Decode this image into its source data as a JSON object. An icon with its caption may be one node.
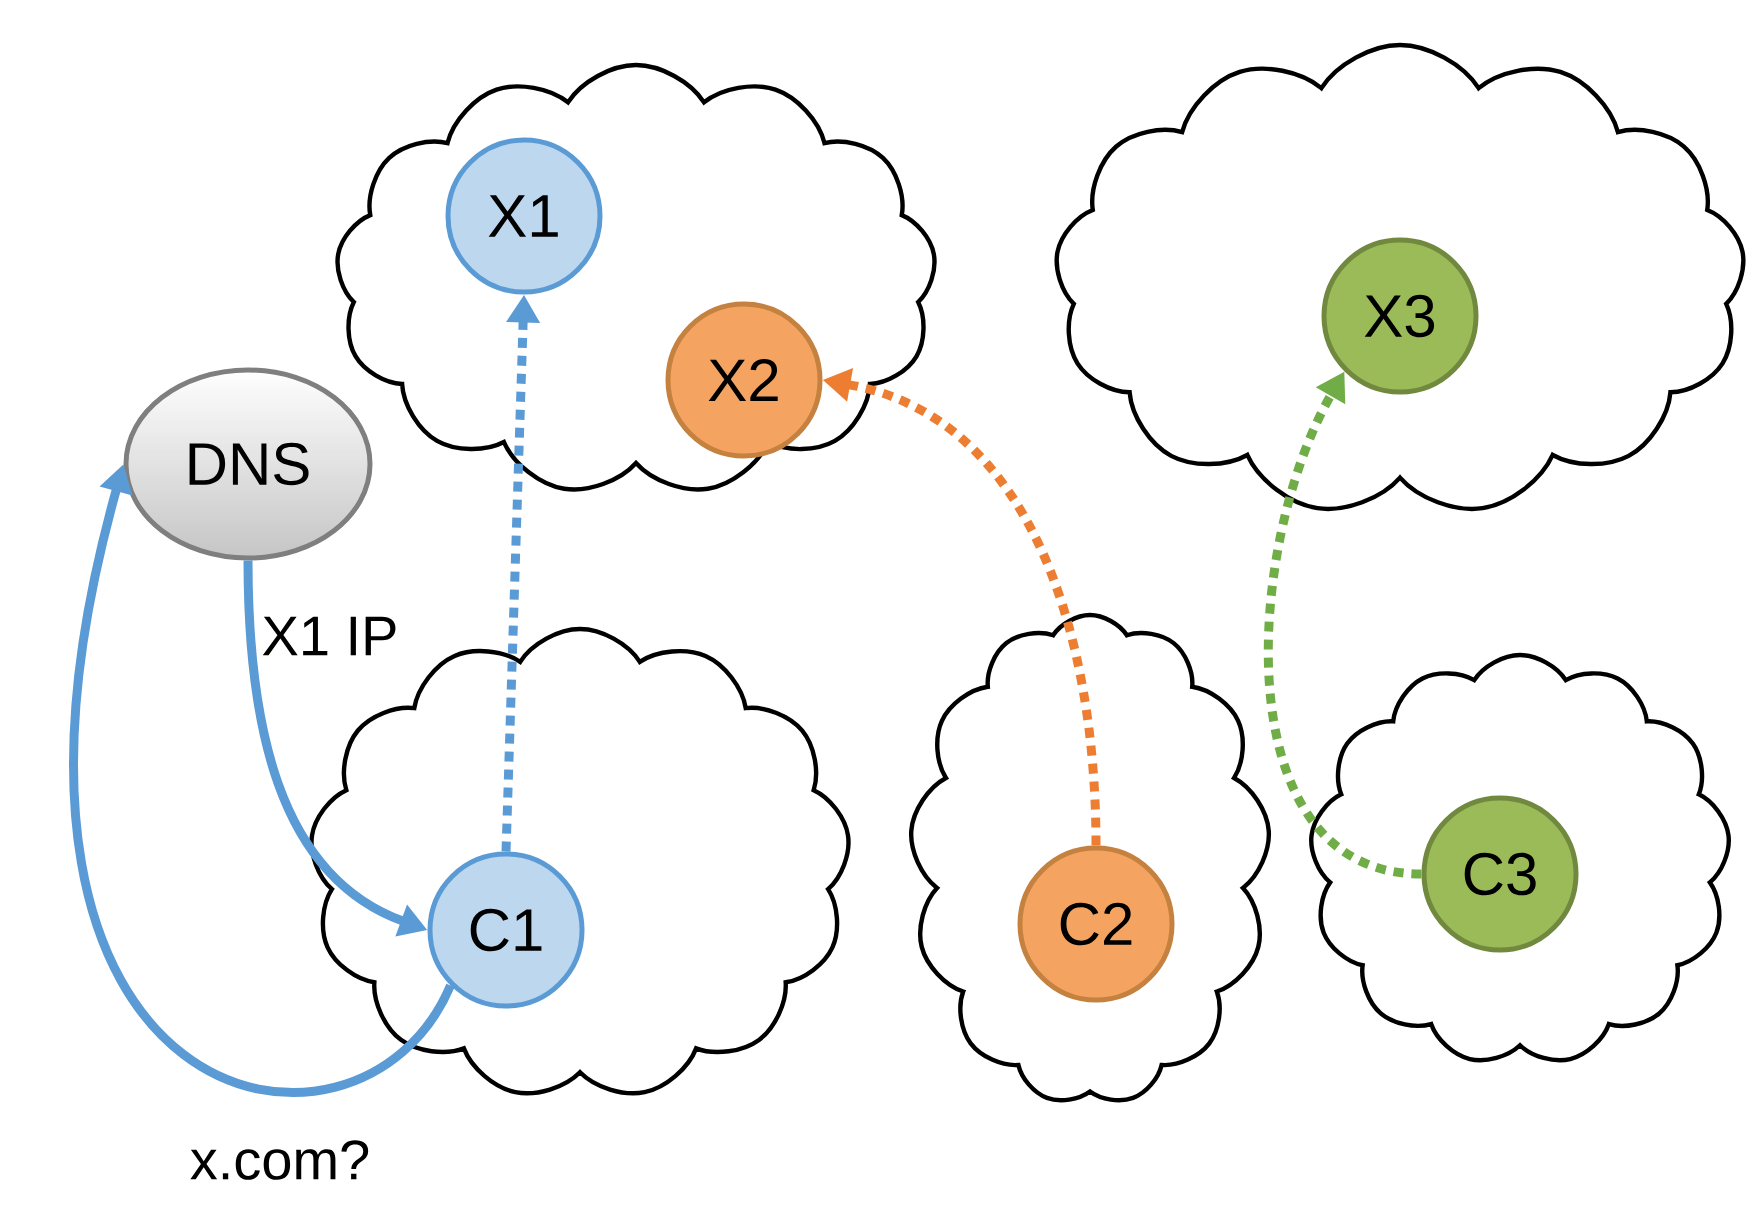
{
  "diagram": {
    "nodes": [
      {
        "text": [],
        "shape": "cloud"
      },
      {
        "text": [
          "X1"
        ],
        "in": 0
      },
      {
        "text": [
          "X2"
        ],
        "in": 0
      },
      {
        "text": [],
        "shape": "cloud"
      },
      {
        "text": [
          "X3"
        ],
        "in": 3
      },
      {
        "text": [
          "DNS"
        ]
      },
      {
        "text": [],
        "shape": "cloud"
      },
      {
        "text": [
          "C1"
        ],
        "in": 6
      },
      {
        "text": [],
        "shape": "cloud"
      },
      {
        "text": [
          "C2"
        ],
        "in": 8
      },
      {
        "text": [],
        "shape": "cloud"
      },
      {
        "text": [
          "C3"
        ],
        "in": 10
      }
    ],
    "edges": [
      {
        "from": 7,
        "to": 5,
        "arrow": "to",
        "label": "x.com?"
      },
      {
        "from": 5,
        "to": 7,
        "arrow": "to",
        "label": "X1 IP"
      },
      {
        "from": 7,
        "to": 1,
        "arrow": "to",
        "style": "dashed"
      },
      {
        "from": 9,
        "to": 2,
        "arrow": "to",
        "style": "dashed",
        "color": "#ed7d31"
      },
      {
        "from": 11,
        "to": 4,
        "arrow": "to",
        "style": "dashed",
        "color": "#70ad47"
      }
    ]
  }
}
